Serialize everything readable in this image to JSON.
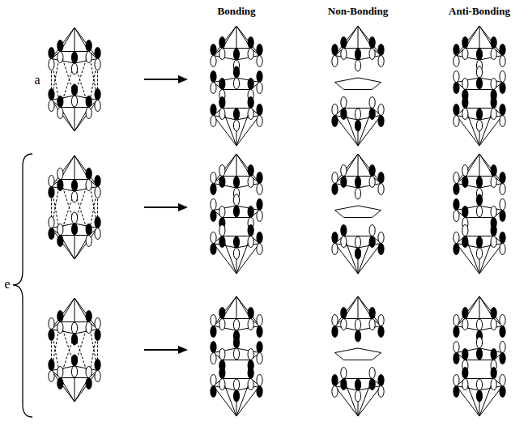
{
  "diagram": {
    "labels": [
      "Bonding",
      "Non-Bonding",
      "Anti-Bonding",
      "a",
      "e"
    ]
  }
}
